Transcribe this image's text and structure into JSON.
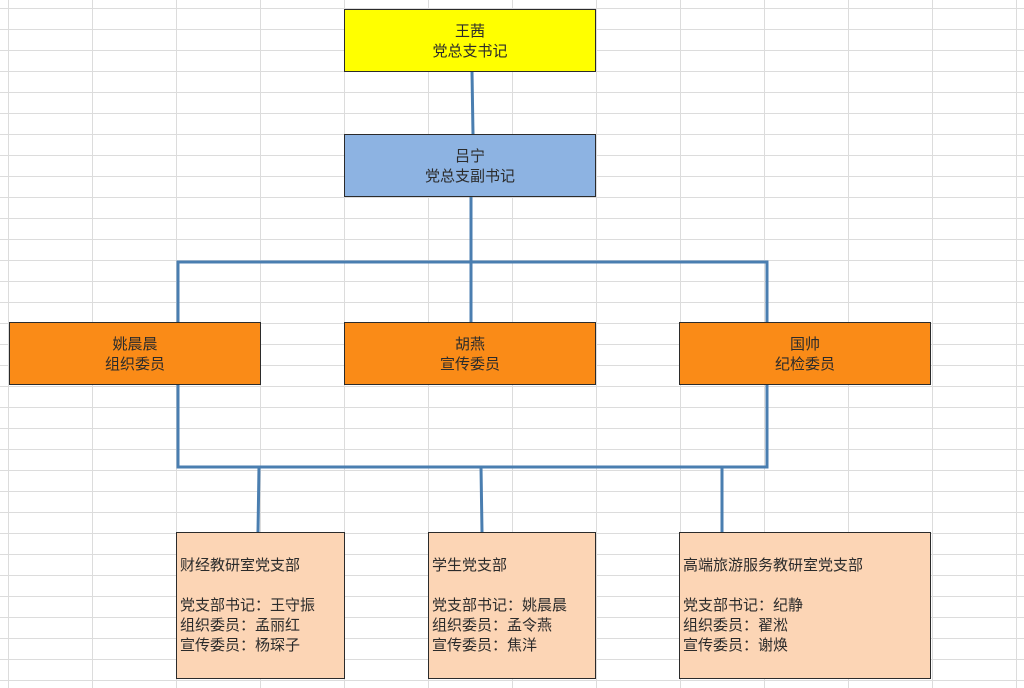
{
  "colors": {
    "secretary": "#ffff00",
    "deputy": "#8db3e2",
    "committee": "#fa8b17",
    "branch": "#fcd5b5",
    "connector": "#4a7eb0"
  },
  "secretary": {
    "name": "王茜",
    "title": "党总支书记"
  },
  "deputy": {
    "name": "吕宁",
    "title": "党总支副书记"
  },
  "committee": [
    {
      "name": "姚晨晨",
      "title": "组织委员"
    },
    {
      "name": "胡燕",
      "title": "宣传委员"
    },
    {
      "name": "国帅",
      "title": "纪检委员"
    }
  ],
  "branches": [
    {
      "name": "财经教研室党支部",
      "lines": [
        "党支部书记：王守振",
        "组织委员：孟丽红",
        "宣传委员：杨琛子"
      ]
    },
    {
      "name": "学生党支部",
      "lines": [
        "党支部书记：姚晨晨",
        "组织委员：孟令燕",
        "宣传委员：焦洋"
      ]
    },
    {
      "name": "高端旅游服务教研室党支部",
      "lines": [
        "党支部书记：纪静",
        "组织委员：翟淞",
        "宣传委员：谢焕"
      ]
    }
  ]
}
